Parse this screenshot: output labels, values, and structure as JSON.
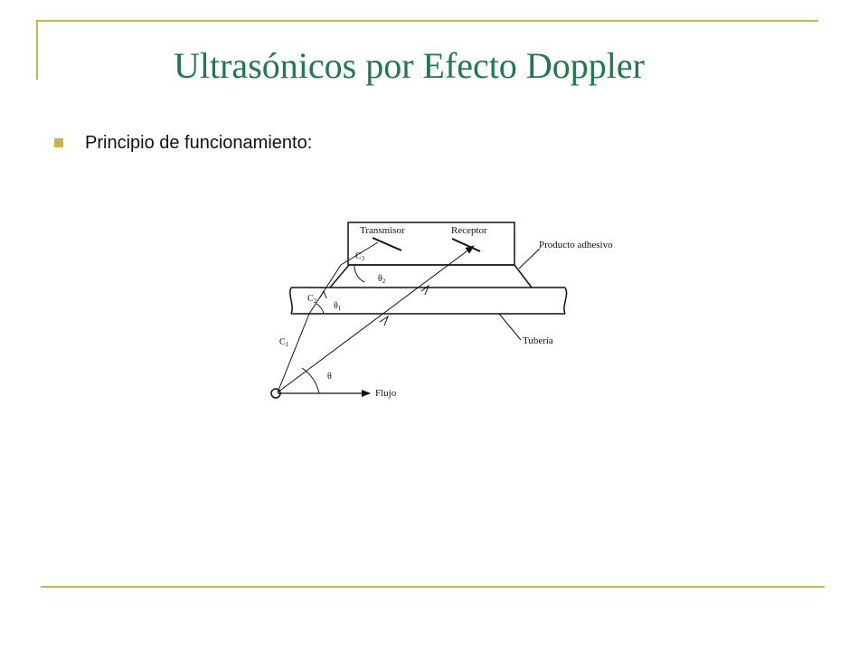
{
  "slide": {
    "title": "Ultrasónicos por Efecto Doppler",
    "bullet": "Principio de funcionamiento:",
    "colors": {
      "accent": "#c8b448",
      "title": "#1f7a4b",
      "text": "#111111"
    }
  },
  "diagram": {
    "labels": {
      "transmisor": "Transmisor",
      "receptor": "Receptor",
      "producto_adhesivo": "Producto adhesivo",
      "tuberia": "Tubería",
      "flujo": "Flujo",
      "c3": "C",
      "c3_sub": "3",
      "c2": "C",
      "c2_sub": "2",
      "c1": "C",
      "c1_sub": "1",
      "theta2": "θ",
      "theta2_sub": "2",
      "theta1": "θ",
      "theta1_sub": "1",
      "theta": "θ"
    }
  }
}
